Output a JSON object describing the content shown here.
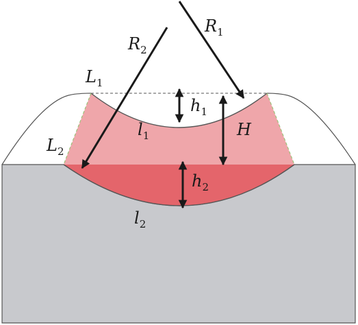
{
  "labels": {
    "r1": {
      "main": "R",
      "sub": "1"
    },
    "r2": {
      "main": "R",
      "sub": "2"
    },
    "big_l1": {
      "main": "L",
      "sub": "1"
    },
    "big_l2": {
      "main": "L",
      "sub": "2"
    },
    "h1": {
      "main": "h",
      "sub": "1"
    },
    "h2": {
      "main": "h",
      "sub": "2"
    },
    "big_h": {
      "main": "H"
    },
    "l1": {
      "main": "l",
      "sub": "1"
    },
    "l2": {
      "main": "l",
      "sub": "2"
    }
  },
  "colors": {
    "substrate": "#c8c9cd",
    "upper_region": "#efa6aa",
    "lower_region": "#e4656b",
    "outline": "#555555",
    "arrow": "#1a1a1a",
    "side_dash": "#9cc37a"
  }
}
